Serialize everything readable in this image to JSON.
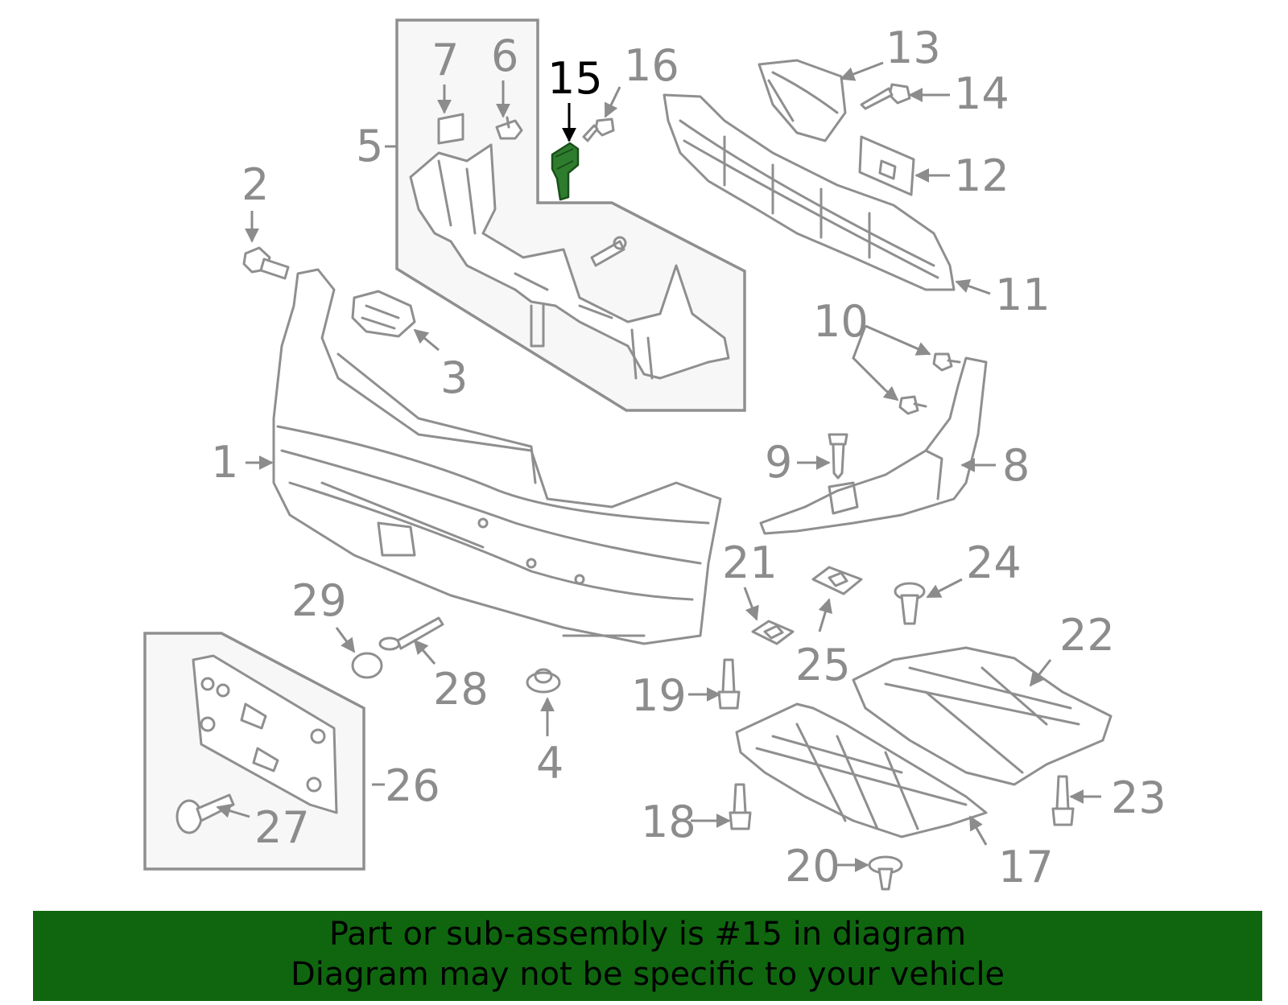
{
  "diagram": {
    "highlighted_part": "15",
    "highlight_color": "#2e7d2e",
    "callouts": {
      "c1": "1",
      "c2": "2",
      "c3": "3",
      "c4": "4",
      "c5": "5",
      "c6": "6",
      "c7": "7",
      "c8": "8",
      "c9": "9",
      "c10": "10",
      "c11": "11",
      "c12": "12",
      "c13": "13",
      "c14": "14",
      "c15": "15",
      "c16": "16",
      "c17": "17",
      "c18": "18",
      "c19": "19",
      "c20": "20",
      "c21": "21",
      "c22": "22",
      "c23": "23",
      "c24": "24",
      "c25": "25",
      "c26": "26",
      "c27": "27",
      "c28": "28",
      "c29": "29"
    }
  },
  "banner": {
    "line1": "Part or sub-assembly is #15 in diagram",
    "line2": "Diagram may not be specific to your vehicle",
    "background": "#0f660f"
  }
}
